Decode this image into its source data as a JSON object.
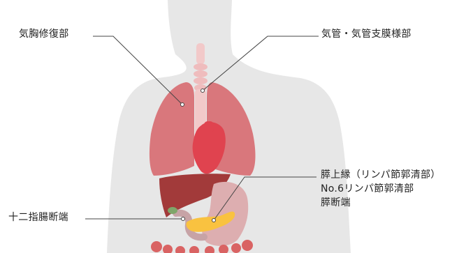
{
  "labels": {
    "lung": "気胸修復部",
    "trachea": "気管・気管支膜様部",
    "pancreas_lines": [
      "膵上縁（リンパ節郭清部）",
      "No.6リンパ節郭清部",
      "膵断端"
    ],
    "duodenum": "十二指腸断端"
  },
  "colors": {
    "body_silhouette": "#e6e6e6",
    "lung": "#d9777c",
    "heart": "#e0434f",
    "trachea": "#f0c4c4",
    "liver": "#a23a3a",
    "stomach": "#dfb1b3",
    "pancreas": "#f9c240",
    "gallbladder": "#7fa66a",
    "intestine": "#d96363",
    "leader_line": "#444444"
  }
}
